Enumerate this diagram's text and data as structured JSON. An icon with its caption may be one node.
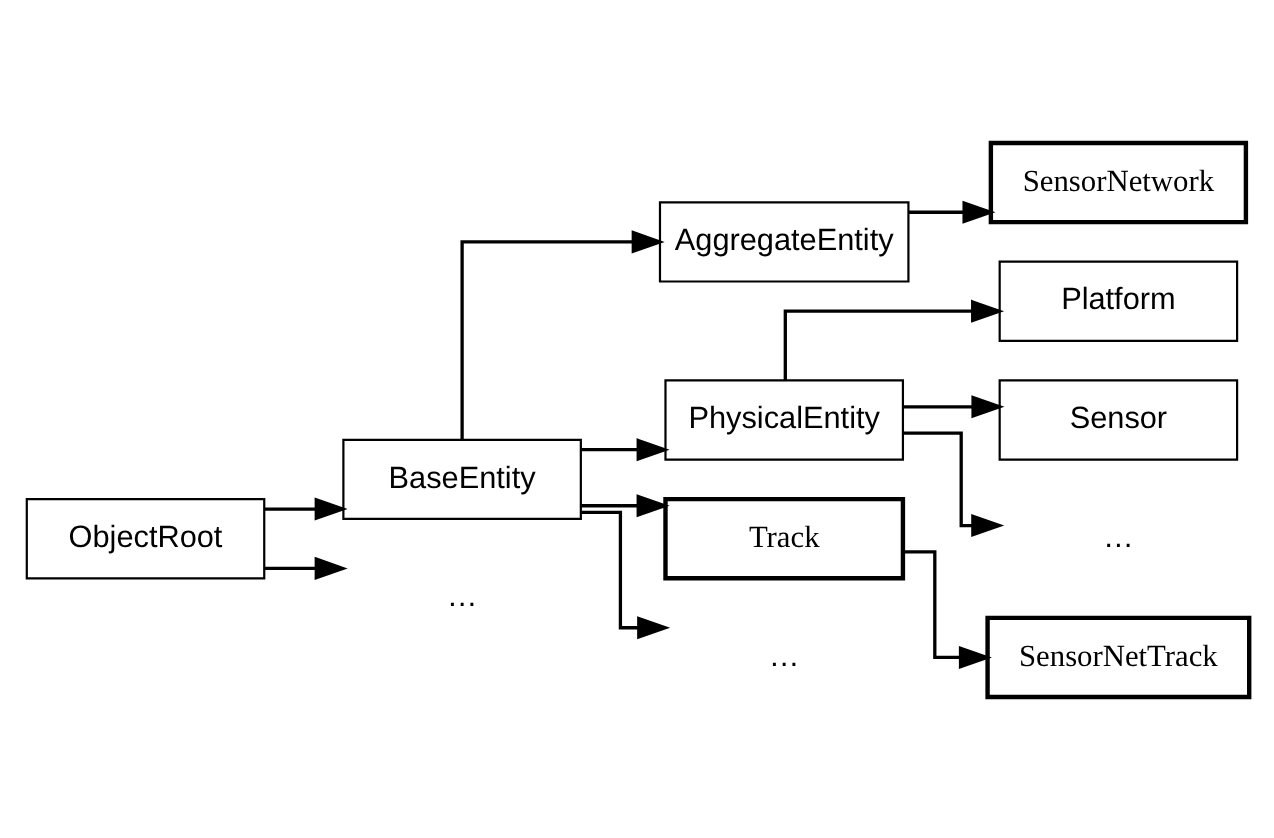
{
  "diagram": {
    "nodes": [
      {
        "text": [
          "ObjectRoot"
        ]
      },
      {
        "text": [
          "BaseEntity"
        ]
      },
      {
        "text": [
          "AggregateEntity"
        ]
      },
      {
        "text": [
          "SensorNetwork"
        ]
      },
      {
        "text": [
          "…"
        ]
      },
      {
        "text": [
          "PhysicalEntity"
        ]
      },
      {
        "text": [
          "Platform"
        ]
      },
      {
        "text": [
          "Sensor"
        ]
      },
      {
        "text": [
          "…"
        ]
      },
      {
        "text": [
          "Track"
        ]
      },
      {
        "text": [
          "SensorNetTrack"
        ]
      },
      {
        "text": [
          "…"
        ]
      }
    ],
    "edges": [
      {
        "from": 0,
        "to": 1,
        "arrow": "to"
      },
      {
        "from": 0,
        "to": 4,
        "arrow": "to"
      },
      {
        "from": 1,
        "to": 2,
        "arrow": "to"
      },
      {
        "from": 1,
        "to": 5,
        "arrow": "to"
      },
      {
        "from": 1,
        "to": 9,
        "arrow": "to"
      },
      {
        "from": 1,
        "to": 11,
        "arrow": "to"
      },
      {
        "from": 2,
        "to": 3,
        "arrow": "to"
      },
      {
        "from": 5,
        "to": 6,
        "arrow": "to"
      },
      {
        "from": 5,
        "to": 7,
        "arrow": "to"
      },
      {
        "from": 5,
        "to": 8,
        "arrow": "to"
      },
      {
        "from": 9,
        "to": 10,
        "arrow": "to"
      }
    ]
  }
}
